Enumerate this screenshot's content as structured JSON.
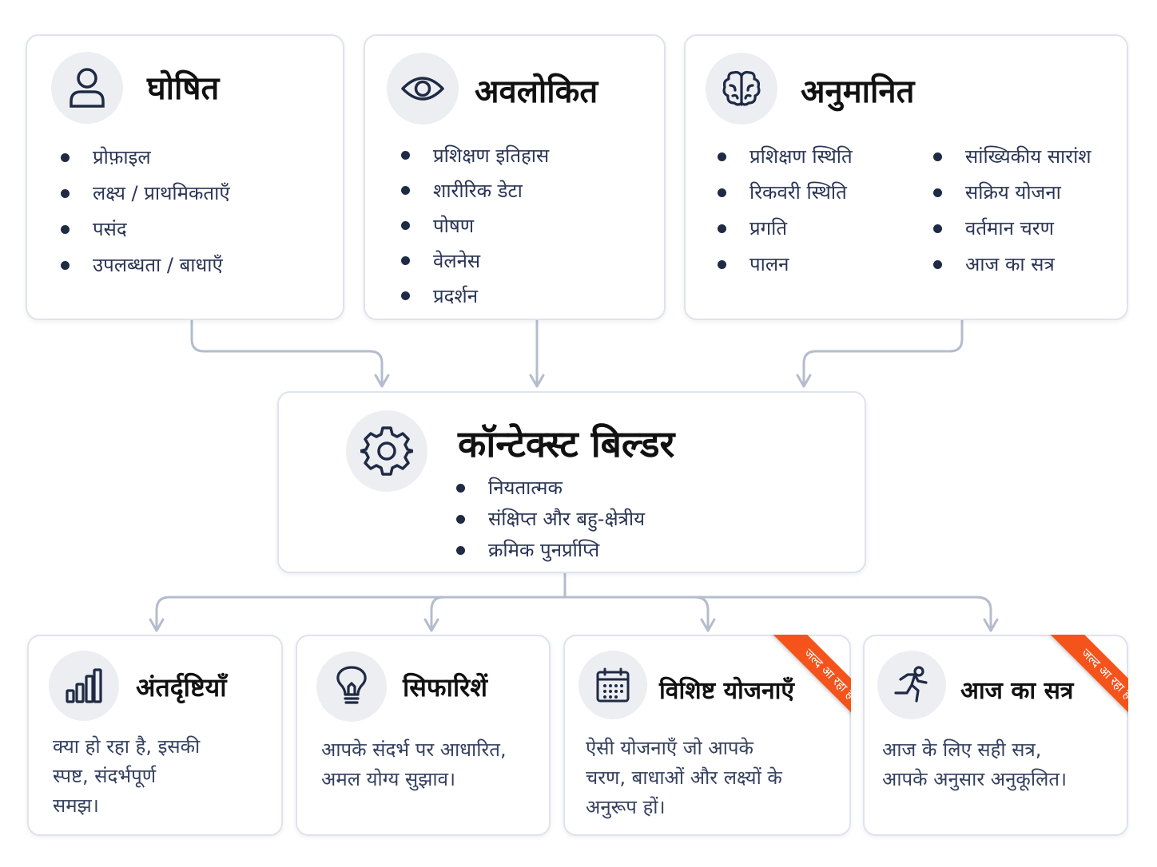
{
  "colors": {
    "border": "#dfe3ec",
    "connector": "#b4bccd",
    "icon_bg": "#eceef2",
    "ribbon": "#f4531c"
  },
  "sources": [
    {
      "title": "घोषित",
      "icon": "person-icon",
      "items": [
        "प्रोफ़ाइल",
        "लक्ष्य / प्राथमिकताएँ",
        "पसंद",
        "उपलब्धता / बाधाएँ"
      ]
    },
    {
      "title": "अवलोकित",
      "icon": "eye-icon",
      "items": [
        "प्रशिक्षण इतिहास",
        "शारीरिक डेटा",
        "पोषण",
        "वेलनेस",
        "प्रदर्शन"
      ]
    },
    {
      "title": "अनुमानित",
      "icon": "brain-icon",
      "items_left": [
        "प्रशिक्षण स्थिति",
        "रिकवरी स्थिति",
        "प्रगति",
        "पालन"
      ],
      "items_right": [
        "सांख्यिकीय सारांश",
        "सक्रिय योजना",
        "वर्तमान चरण",
        "आज का सत्र"
      ]
    }
  ],
  "builder": {
    "title": "कॉन्टेक्स्ट बिल्डर",
    "icon": "gear-icon",
    "items": [
      "नियतात्मक",
      "संक्षिप्त और बहु-क्षेत्रीय",
      "क्रमिक पुनर्प्राप्ति"
    ]
  },
  "outputs": [
    {
      "title": "अंतर्दृष्टियाँ",
      "icon": "bar-chart-icon",
      "lines": [
        "क्या हो रहा है, इसकी",
        "स्पष्ट, संदर्भपूर्ण",
        "समझ।"
      ]
    },
    {
      "title": "सिफारिशें",
      "icon": "lightbulb-icon",
      "lines": [
        "आपके संदर्भ पर आधारित,",
        "अमल योग्य सुझाव।"
      ]
    },
    {
      "title": "विशिष्ट योजनाएँ",
      "icon": "calendar-icon",
      "lines": [
        "ऐसी योजनाएँ जो आपके",
        "चरण, बाधाओं और लक्ष्यों के",
        "अनुरूप हों।"
      ],
      "ribbon": "जल्द आ रहा है"
    },
    {
      "title": "आज का सत्र",
      "icon": "running-icon",
      "lines": [
        "आज के लिए सही सत्र,",
        "आपके अनुसार अनुकूलित।"
      ],
      "ribbon": "जल्द आ रहा है"
    }
  ]
}
